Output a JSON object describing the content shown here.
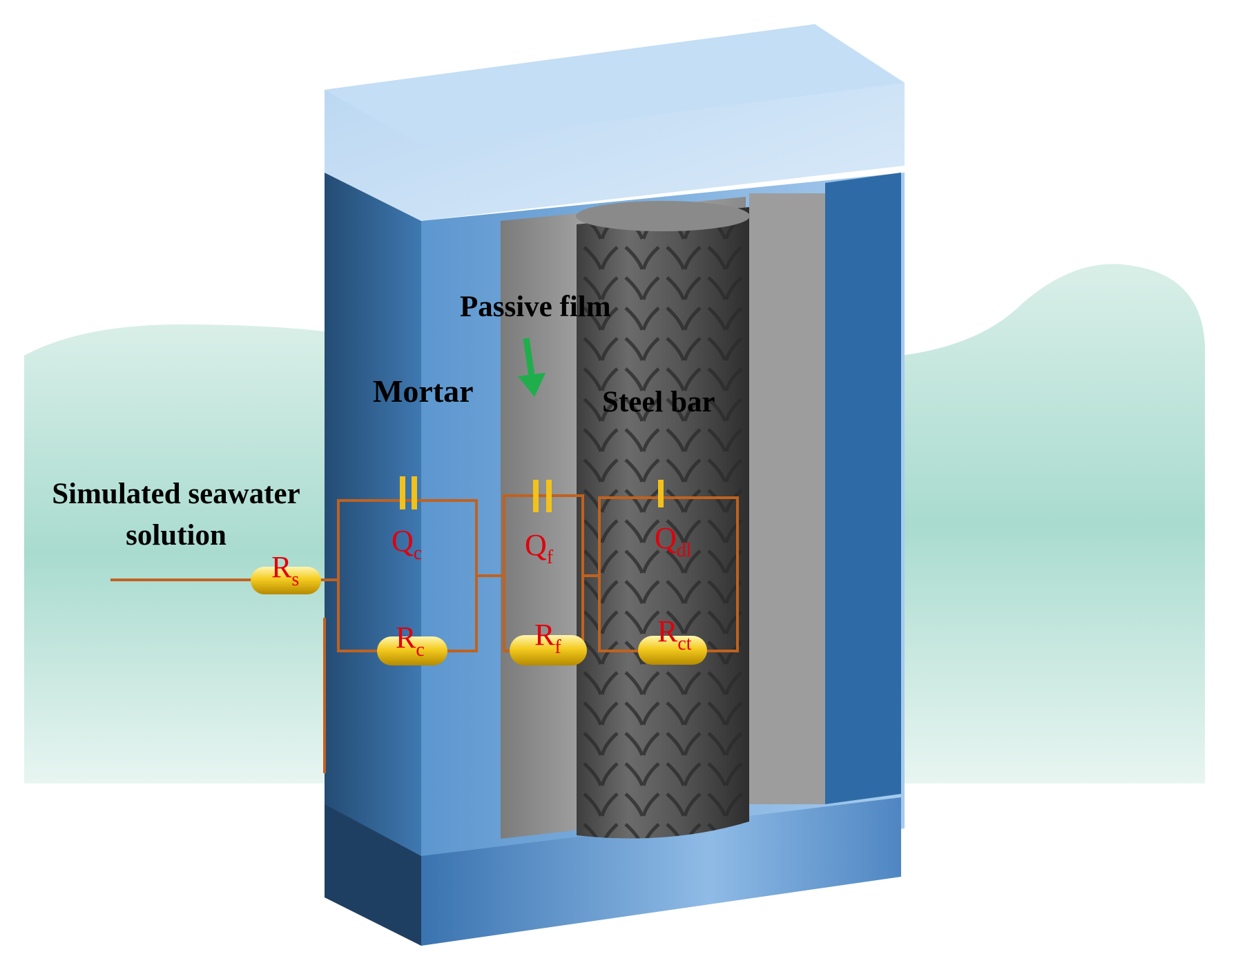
{
  "labels": {
    "seawater_line1": "Simulated seawater",
    "seawater_line2": "solution",
    "mortar": "Mortar",
    "passive_film": "Passive film",
    "steel_bar": "Steel bar"
  },
  "circuit": {
    "Rs": {
      "main": "R",
      "sub": "s"
    },
    "Qc": {
      "main": "Q",
      "sub": "c"
    },
    "Rc": {
      "main": "R",
      "sub": "c"
    },
    "Qf": {
      "main": "Q",
      "sub": "f"
    },
    "Rf": {
      "main": "R",
      "sub": "f"
    },
    "Qdl": {
      "main": "Q",
      "sub": "dl"
    },
    "Rct": {
      "main": "R",
      "sub": "ct"
    }
  },
  "colors": {
    "wire": "#c0621f",
    "element_label": "#e0000b",
    "arrow": "#1fae4b",
    "capacitor": "#f2c21a",
    "resistor": "#f0c820",
    "mortar_blue": "#2f6ea6",
    "steel_gray": "#6f6f6f",
    "seawater": "#9fd3c7"
  }
}
